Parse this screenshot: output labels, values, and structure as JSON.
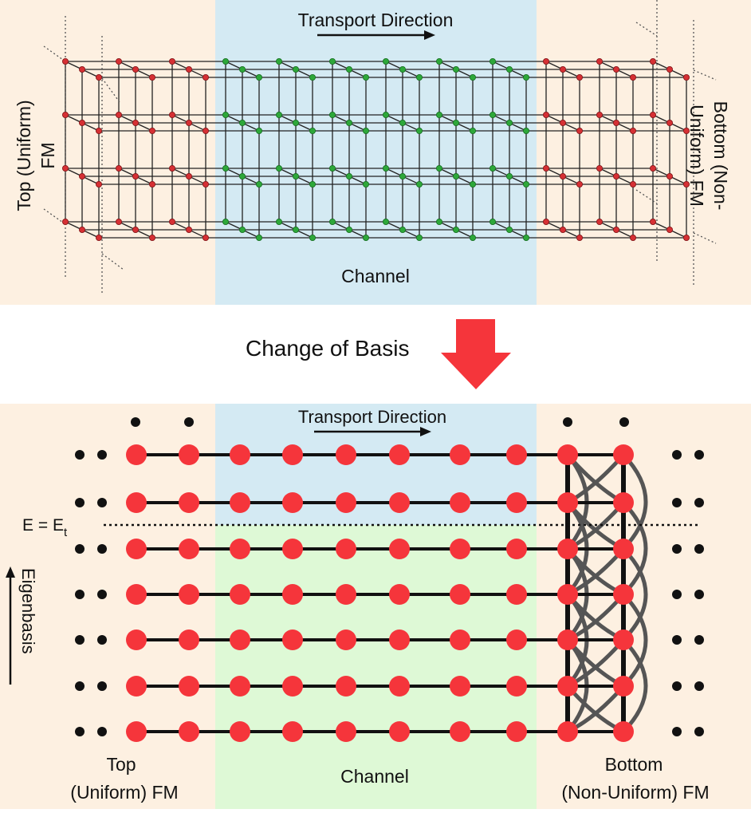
{
  "top_panel": {
    "transport_label": "Transport Direction",
    "channel_label": "Channel",
    "left_label_line1": "Top (Uniform)",
    "left_label_line2": "FM",
    "right_label_line1": "Bottom (Non-",
    "right_label_line2": "Uniform) FM"
  },
  "middle": {
    "change_label": "Change of Basis"
  },
  "bottom_panel": {
    "transport_label": "Transport Direction",
    "energy_label": "E  = E",
    "energy_subscript": "t",
    "eigenbasis_label": "Eigenbasis",
    "left_label_line1": "Top",
    "left_label_line2": "(Uniform) FM",
    "channel_label": "Channel",
    "right_label_line1": "Bottom",
    "right_label_line2": "(Non-Uniform) FM"
  },
  "colors": {
    "fm_region": "#fdf0e1",
    "channel_top": "#d4eaf3",
    "channel_lower": "#def9d6",
    "site_red": "#f5353b",
    "atom_red": "#d63034",
    "atom_green": "#2ea83a",
    "arrow_red": "#f5353b",
    "coupling_grey": "#555555"
  }
}
